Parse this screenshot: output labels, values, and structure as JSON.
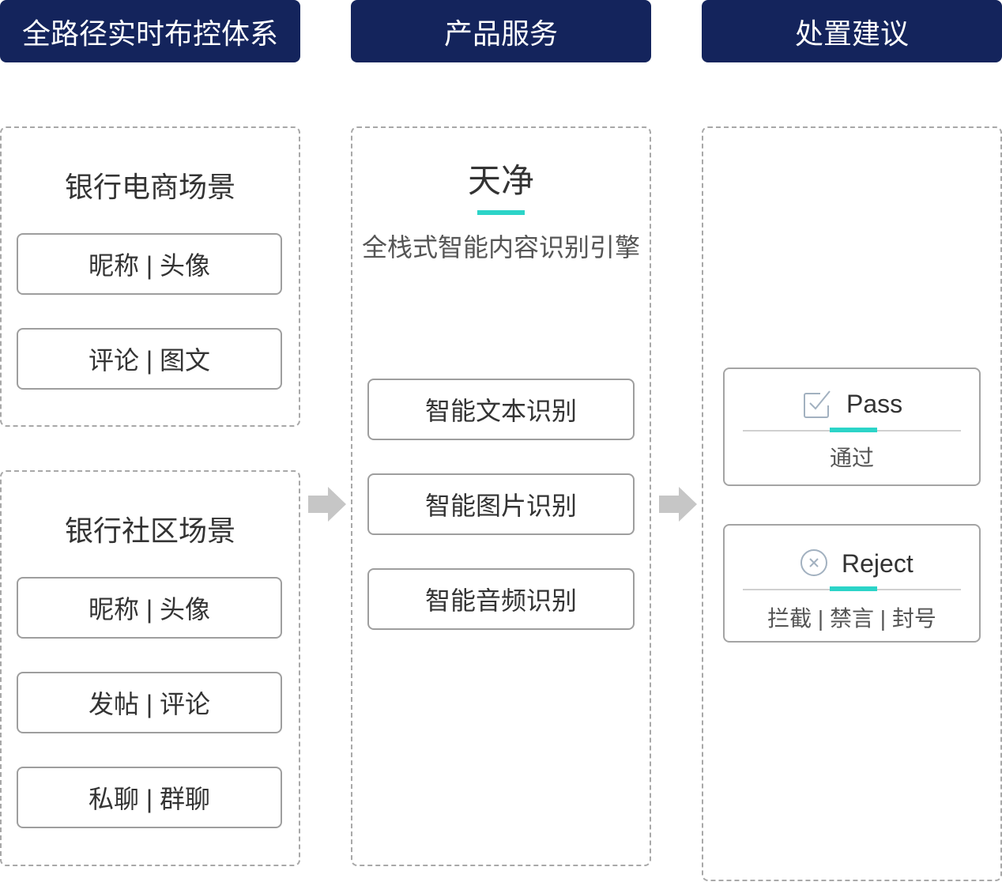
{
  "headers": [
    "全路径实时布控体系",
    "产品服务",
    "处置建议"
  ],
  "scenarios": [
    {
      "title": "银行电商场景",
      "items": [
        "昵称 | 头像",
        "评论 | 图文"
      ]
    },
    {
      "title": "银行社区场景",
      "items": [
        "昵称 | 头像",
        "发帖 | 评论",
        "私聊 | 群聊"
      ]
    }
  ],
  "product": {
    "name": "天净",
    "tagline": "全栈式智能内容识别引擎",
    "services": [
      "智能文本识别",
      "智能图片识别",
      "智能音频识别"
    ]
  },
  "actions": [
    {
      "label": "Pass",
      "detail": "通过",
      "icon": "checkbox-checked-icon"
    },
    {
      "label": "Reject",
      "detail": "拦截 | 禁言 | 封号",
      "icon": "circle-x-icon"
    }
  ],
  "flow_icon": "arrow-right-icon",
  "colors": {
    "header_bg": "#14245C",
    "accent": "#2CD4C8",
    "arrow": "#C6C6C6",
    "icon": "#A2B1C0",
    "text": "#333333"
  }
}
